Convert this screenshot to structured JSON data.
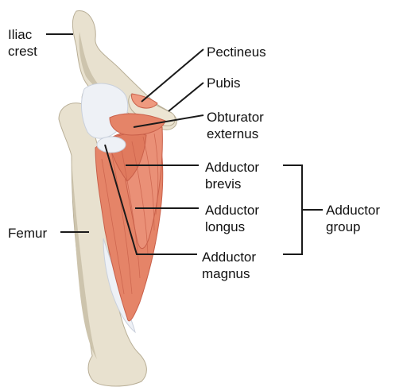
{
  "labels": {
    "iliac_crest": "Iliac\ncrest",
    "pectineus": "Pectineus",
    "pubis": "Pubis",
    "obturator_externus": "Obturator\nexternus",
    "adductor_brevis": "Adductor\nbrevis",
    "adductor_longus": "Adductor\nlongus",
    "adductor_magnus": "Adductor\nmagnus",
    "adductor_group": "Adductor\ngroup",
    "femur": "Femur"
  },
  "colors": {
    "bone": "#e8e1cf",
    "bone_shadow": "#cdc4ad",
    "muscle": "#e58468",
    "muscle_fiber": "#c9604a",
    "tendon": "#eef1f6",
    "line": "#1a1a1a"
  }
}
